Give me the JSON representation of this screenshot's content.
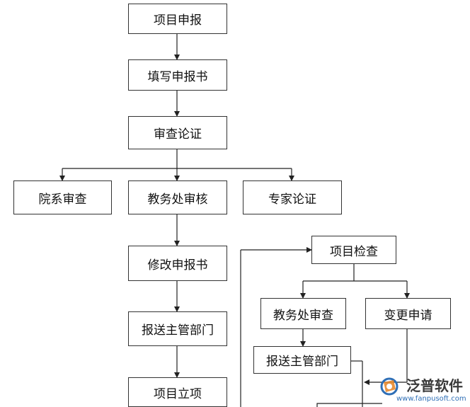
{
  "nodes": {
    "project_declare": "项目申报",
    "fill_form": "填写申报书",
    "review_demo": "审查论证",
    "dept_review": "院系审查",
    "academic_review": "教务处审核",
    "expert_demo": "专家论证",
    "revise_form": "修改申报书",
    "submit_dept_1": "报送主管部门",
    "project_approve": "项目立项",
    "project_check": "项目检查",
    "academic_check": "教务处审查",
    "change_request": "变更申请",
    "submit_dept_2": "报送主管部门"
  },
  "watermark": {
    "brand": "泛普软件",
    "url": "www.fanpusoft.com"
  }
}
